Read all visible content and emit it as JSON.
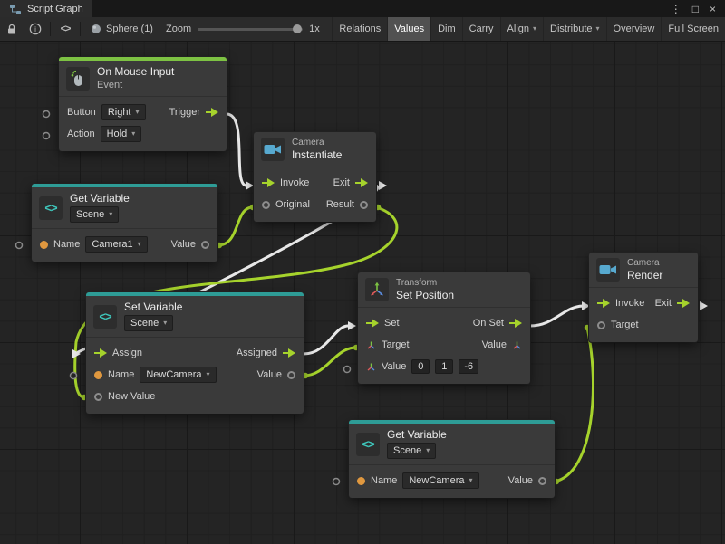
{
  "colors": {
    "wire-flow": "#e8e8e8",
    "wire-value": "#a6d32c",
    "accent-event": "#7dc243",
    "accent-variable": "#2e9c96",
    "port-orange": "#e0983f",
    "icon-camera": "#57a9cf",
    "icon-variable": "#3fc8bd"
  },
  "icons": {
    "kebab": "⋮",
    "maximize": "□",
    "close": "×",
    "caret": "▾",
    "info_glyph": "i",
    "code_glyph": "<>",
    "variable_glyph": "<>"
  },
  "window": {
    "tab_title": "Script Graph"
  },
  "toolbar": {
    "context": "Sphere (1)",
    "zoom_label": "Zoom",
    "zoom_value": "1x",
    "relations": "Relations",
    "values": "Values",
    "dim": "Dim",
    "carry": "Carry",
    "align": "Align",
    "distribute": "Distribute",
    "overview": "Overview",
    "fullscreen": "Full Screen"
  },
  "nodes": {
    "on_mouse_input": {
      "title": "On Mouse Input",
      "subtitle": "Event",
      "button_label": "Button",
      "button_value": "Right",
      "trigger_label": "Trigger",
      "action_label": "Action",
      "action_value": "Hold"
    },
    "instantiate": {
      "category": "Camera",
      "title": "Instantiate",
      "invoke": "Invoke",
      "exit": "Exit",
      "original": "Original",
      "result": "Result"
    },
    "get_variable_top": {
      "title": "Get Variable",
      "kind": "Scene",
      "name_label": "Name",
      "name_value": "Camera1",
      "value_label": "Value"
    },
    "set_variable": {
      "title": "Set Variable",
      "kind": "Scene",
      "assign": "Assign",
      "assigned": "Assigned",
      "name_label": "Name",
      "name_value": "NewCamera",
      "value_label": "Value",
      "new_value_label": "New Value"
    },
    "set_position": {
      "category": "Transform",
      "title": "Set Position",
      "set": "Set",
      "on_set": "On Set",
      "target": "Target",
      "value_out": "Value",
      "value_label": "Value",
      "x": "0",
      "y": "1",
      "z": "-6"
    },
    "render": {
      "category": "Camera",
      "title": "Render",
      "invoke": "Invoke",
      "exit": "Exit",
      "target": "Target"
    },
    "get_variable_bottom": {
      "title": "Get Variable",
      "kind": "Scene",
      "name_label": "Name",
      "name_value": "NewCamera",
      "value_label": "Value"
    }
  },
  "connections": [
    {
      "from": "On Mouse Input.Trigger",
      "to": "Instantiate.Invoke",
      "type": "flow"
    },
    {
      "from": "Instantiate.Exit",
      "to": "Set Variable.Assign",
      "type": "flow"
    },
    {
      "from": "Get Variable (Camera1).Value",
      "to": "Instantiate.Original",
      "type": "value"
    },
    {
      "from": "Instantiate.Result",
      "to": "Set Variable.New Value",
      "type": "value"
    },
    {
      "from": "Set Variable.Assigned",
      "to": "Set Position.Set",
      "type": "flow"
    },
    {
      "from": "Set Variable.Value",
      "to": "Set Position.Target",
      "type": "value"
    },
    {
      "from": "Set Position.On Set",
      "to": "Render.Invoke",
      "type": "flow"
    },
    {
      "from": "Get Variable (NewCamera).Value",
      "to": "Render.Target",
      "type": "value"
    }
  ]
}
